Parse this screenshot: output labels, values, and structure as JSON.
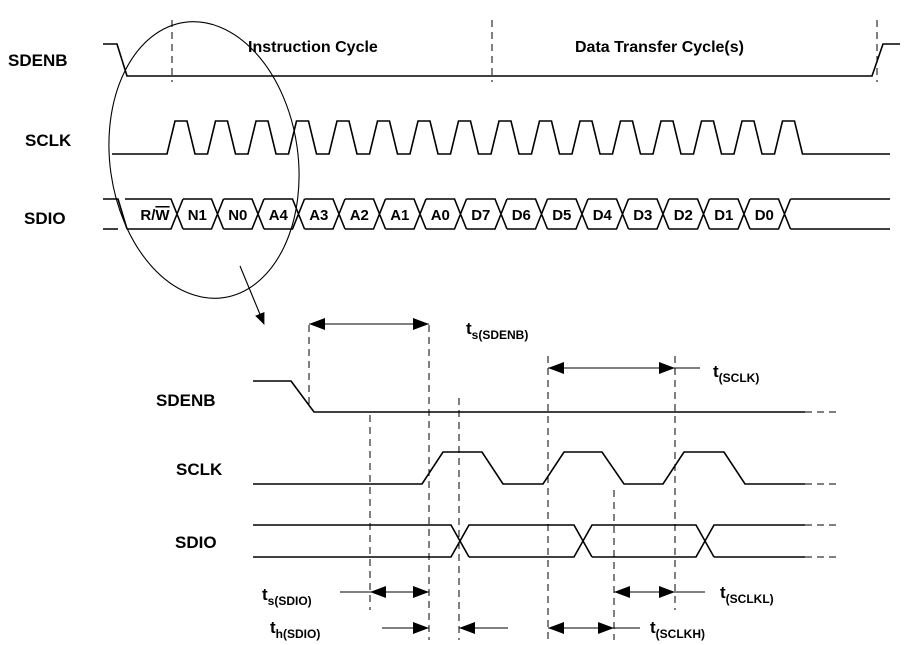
{
  "overview": {
    "signals": {
      "sdenb": "SDENB",
      "sclk": "SCLK",
      "sdio": "SDIO"
    },
    "phases": {
      "instruction": "Instruction Cycle",
      "data_transfer": "Data Transfer Cycle(s)"
    },
    "sdio_bits": [
      {
        "label": "R/W",
        "overline": "W",
        "prefix": "R/"
      },
      {
        "label": "N1"
      },
      {
        "label": "N0"
      },
      {
        "label": "A4"
      },
      {
        "label": "A3"
      },
      {
        "label": "A2"
      },
      {
        "label": "A1"
      },
      {
        "label": "A0"
      },
      {
        "label": "D7"
      },
      {
        "label": "D6"
      },
      {
        "label": "D5"
      },
      {
        "label": "D4"
      },
      {
        "label": "D3"
      },
      {
        "label": "D2"
      },
      {
        "label": "D1"
      },
      {
        "label": "D0"
      }
    ]
  },
  "detail": {
    "signals": {
      "sdenb": "SDENB",
      "sclk": "SCLK",
      "sdio": "SDIO"
    },
    "timings": {
      "ts_sdenb": {
        "main": "t",
        "sub": "s(SDENB)"
      },
      "t_sclk": {
        "main": "t",
        "sub": "(SCLK)"
      },
      "ts_sdio": {
        "main": "t",
        "sub": "s(SDIO)"
      },
      "th_sdio": {
        "main": "t",
        "sub": "h(SDIO)"
      },
      "t_sclkl": {
        "main": "t",
        "sub": "(SCLKL)"
      },
      "t_sclkh": {
        "main": "t",
        "sub": "(SCLKH)"
      }
    }
  }
}
